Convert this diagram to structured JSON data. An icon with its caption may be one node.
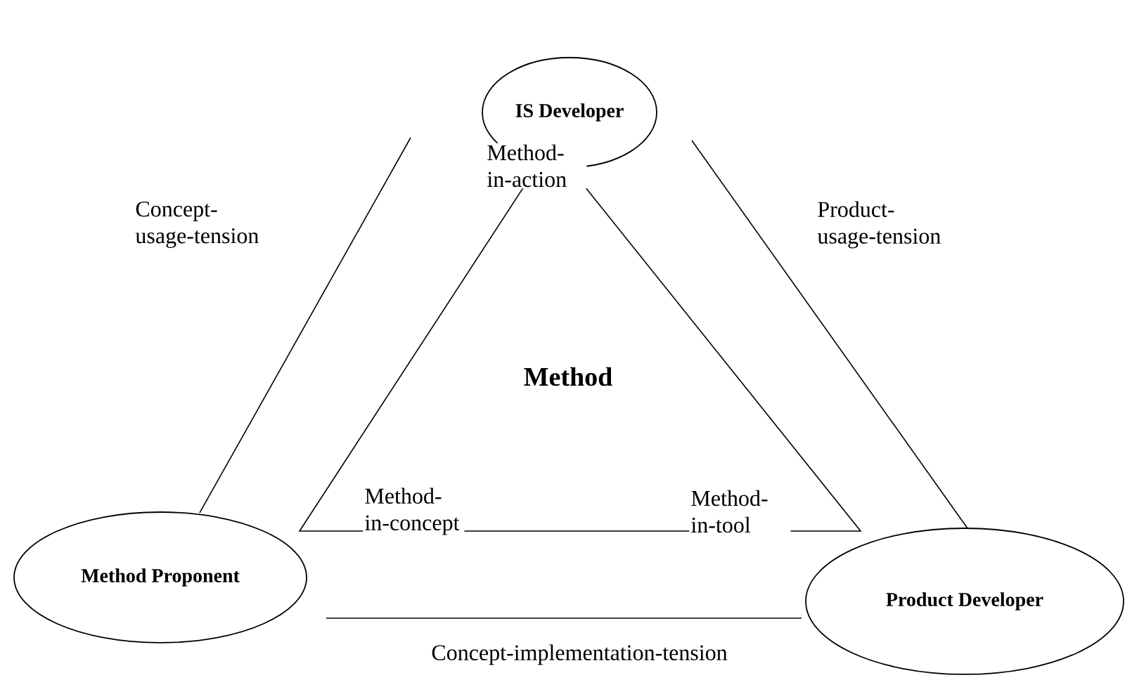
{
  "diagram": {
    "nodes": [
      {
        "text": [
          "IS Developer"
        ]
      },
      {
        "text": [
          "Method Proponent"
        ]
      },
      {
        "text": [
          "Product Developer"
        ]
      },
      {
        "text": [
          "Method",
          "Method-in-action",
          "Method-in-concept",
          "Method-in-tool"
        ]
      }
    ],
    "edges": [
      {
        "from": 0,
        "to": 1,
        "arrow": "none",
        "label": "Concept-usage-tension"
      },
      {
        "from": 0,
        "to": 2,
        "arrow": "none",
        "label": "Product-usage-tension"
      },
      {
        "from": 1,
        "to": 2,
        "arrow": "none",
        "label": "Concept-implementation-tension"
      }
    ]
  }
}
